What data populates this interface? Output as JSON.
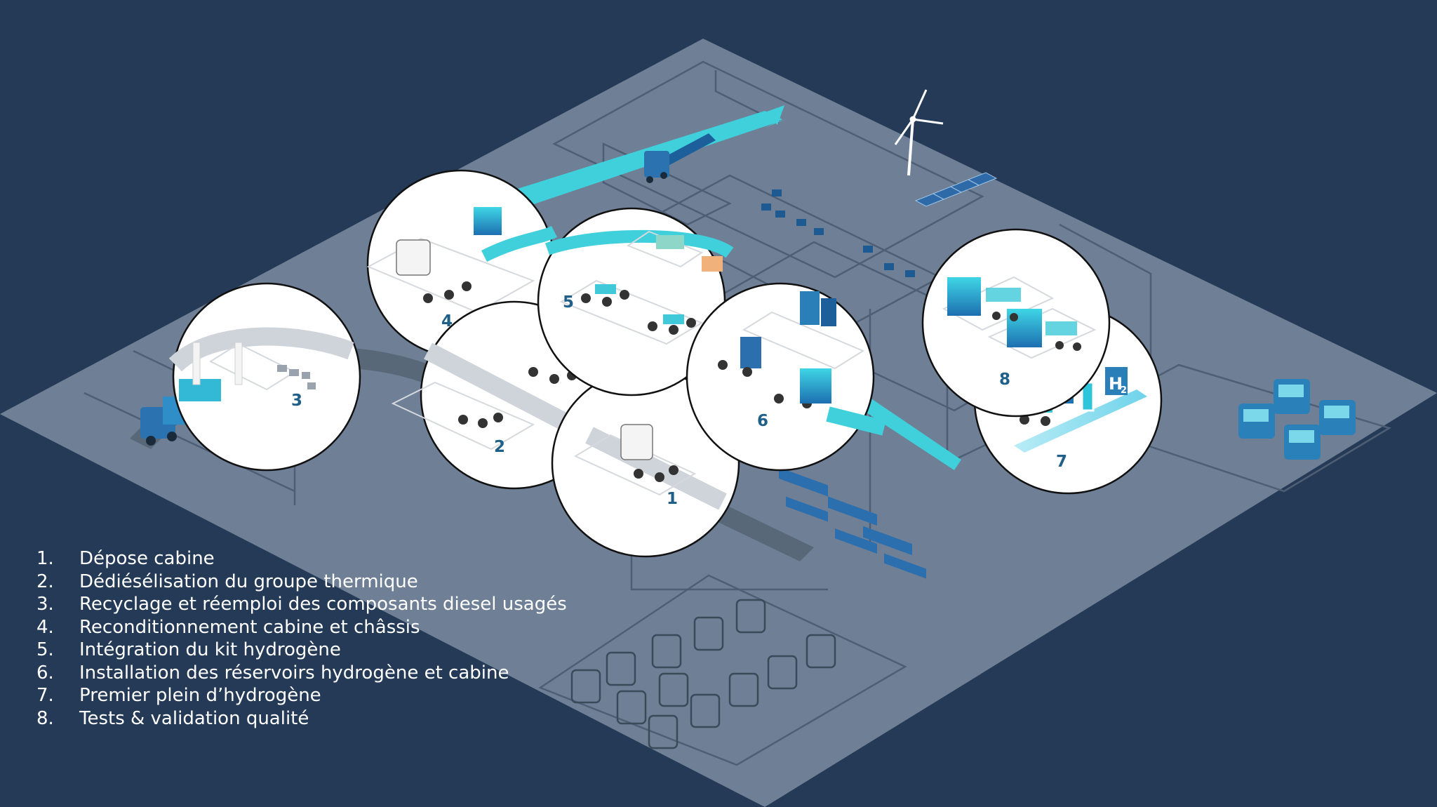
{
  "colors": {
    "background": "#243a56",
    "ground": "#6f7f95",
    "ground_line": "#4e5e74",
    "road": "#586878",
    "accent_teal": "#3fd0dc",
    "truck_blue": "#2b7fb8",
    "truck_cyan": "#2ec5da",
    "circle_fill": "#ffffff",
    "step_number": "#1f5f88",
    "legend_text": "#ffffff"
  },
  "h2_sign": {
    "text": "H",
    "subscript": "2"
  },
  "steps": [
    {
      "number": "1",
      "label": "Dépose cabine"
    },
    {
      "number": "2",
      "label": "Dédiésélisation du groupe thermique"
    },
    {
      "number": "3",
      "label": "Recyclage et réemploi des composants diesel usagés"
    },
    {
      "number": "4",
      "label": "Reconditionnement cabine et châssis"
    },
    {
      "number": "5",
      "label": "Intégration du kit hydrogène"
    },
    {
      "number": "6",
      "label": "Installation des réservoirs hydrogène et cabine"
    },
    {
      "number": "7",
      "label": "Premier plein d’hydrogène"
    },
    {
      "number": "8",
      "label": "Tests & validation qualité"
    }
  ],
  "legend_numbers": [
    "1.",
    "2.",
    "3.",
    "4.",
    "5.",
    "6.",
    "7.",
    "8."
  ]
}
